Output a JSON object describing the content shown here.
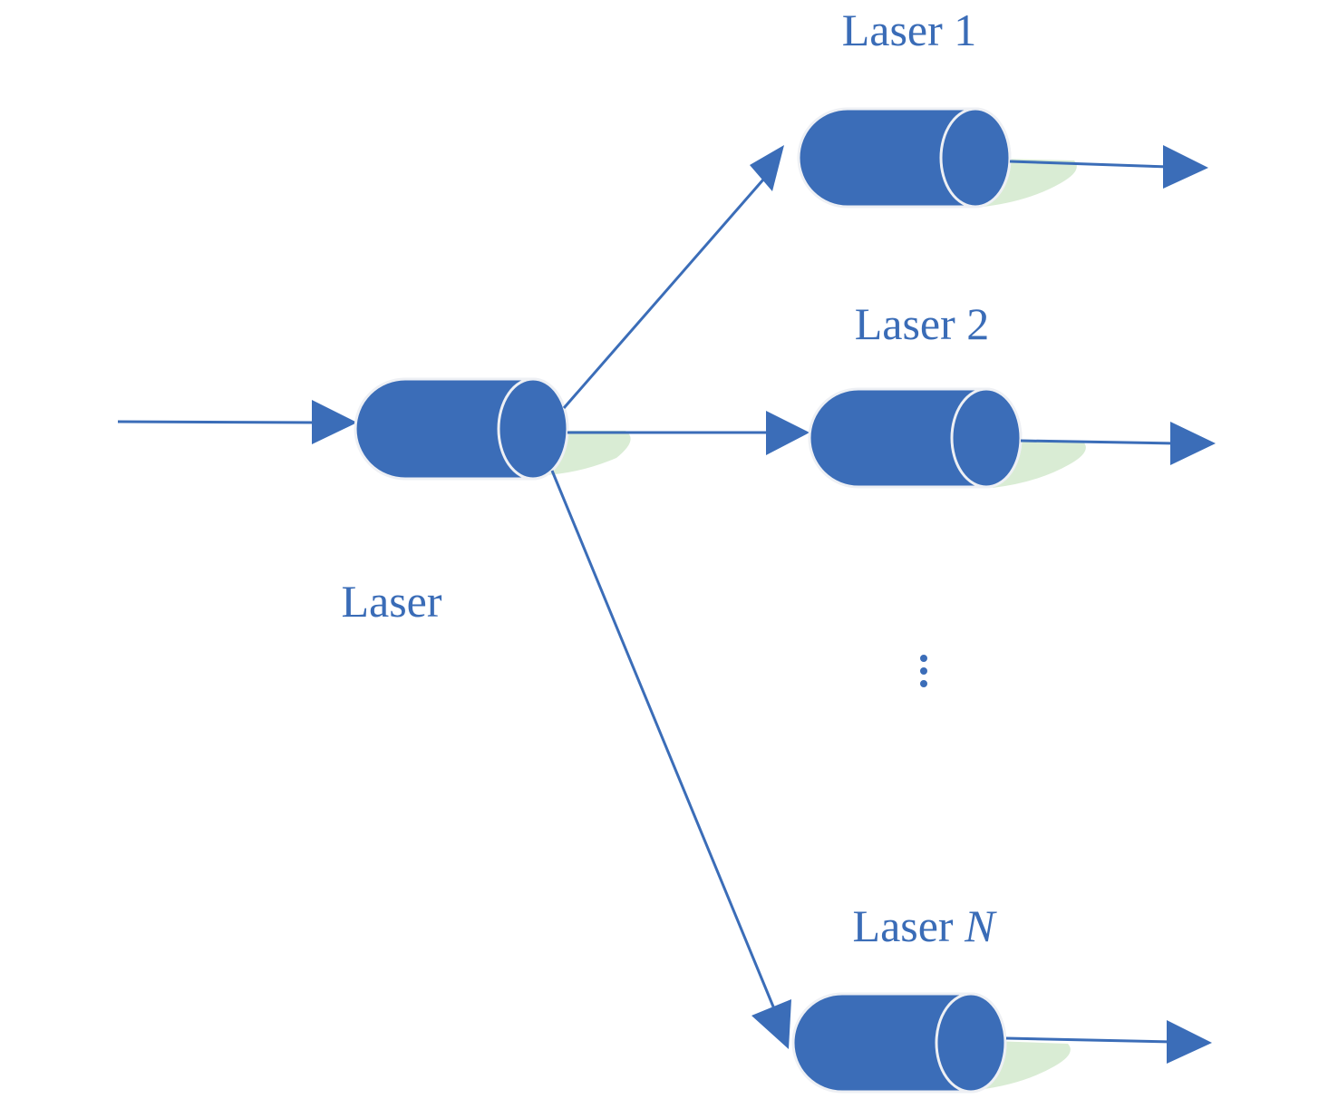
{
  "diagram": {
    "colors": {
      "primary": "#3b6db8",
      "outline": "#eef0f4",
      "beam": "#d9ecd4",
      "text": "#3a6cb7"
    },
    "source": {
      "label": "Laser"
    },
    "lasers": [
      {
        "label_prefix": "Laser ",
        "label_suffix": "1",
        "suffix_italic": false
      },
      {
        "label_prefix": "Laser ",
        "label_suffix": "2",
        "suffix_italic": false
      },
      {
        "label_prefix": "Laser ",
        "label_suffix": "N",
        "suffix_italic": true
      }
    ],
    "ellipsis": "⋮"
  }
}
